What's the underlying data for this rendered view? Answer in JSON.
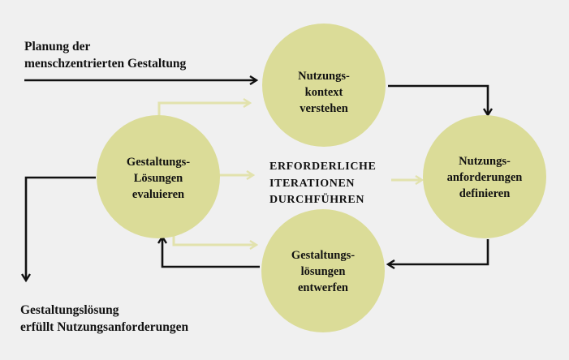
{
  "start_label": {
    "line1": "Planung der",
    "line2": "menschzentrierten Gestaltung"
  },
  "end_label": {
    "line1": "Gestaltungslösung",
    "line2": "erfüllt Nutzungsanforderungen"
  },
  "center_label": {
    "line1": "ERFORDERLICHE",
    "line2": "ITERATIONEN",
    "line3": "DURCHFÜHREN"
  },
  "nodes": {
    "context": {
      "line1": "Nutzungs-",
      "line2": "kontext",
      "line3": "verstehen"
    },
    "requirements": {
      "line1": "Nutzungs-",
      "line2": "anforderungen",
      "line3": "definieren"
    },
    "design": {
      "line1": "Gestaltungs-",
      "line2": "lösungen",
      "line3": "entwerfen"
    },
    "evaluate": {
      "line1": "Gestaltungs-",
      "line2": "Lösungen",
      "line3": "evaluieren"
    }
  },
  "colors": {
    "background": "#f0f0f0",
    "node_fill": "#dbdc98",
    "iteration_arrow": "#e2e2ad",
    "flow_arrow": "#111111"
  }
}
